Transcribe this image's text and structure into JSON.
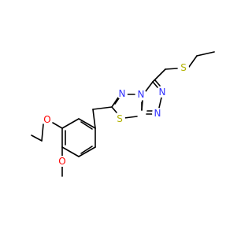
{
  "colors": {
    "bond": "#000000",
    "N": "#3232ff",
    "S": "#b2b200",
    "O": "#ff0000",
    "background": "#ffffff"
  },
  "atoms": {
    "N_triazole_bridge": "N",
    "N_thiadiazole": "N",
    "N_triazole_upper": "N",
    "N_triazole_lower": "N",
    "S_ring": "S",
    "S_thioether": "S",
    "O_methoxy_upper": "O",
    "O_methoxy_lower": "O"
  }
}
